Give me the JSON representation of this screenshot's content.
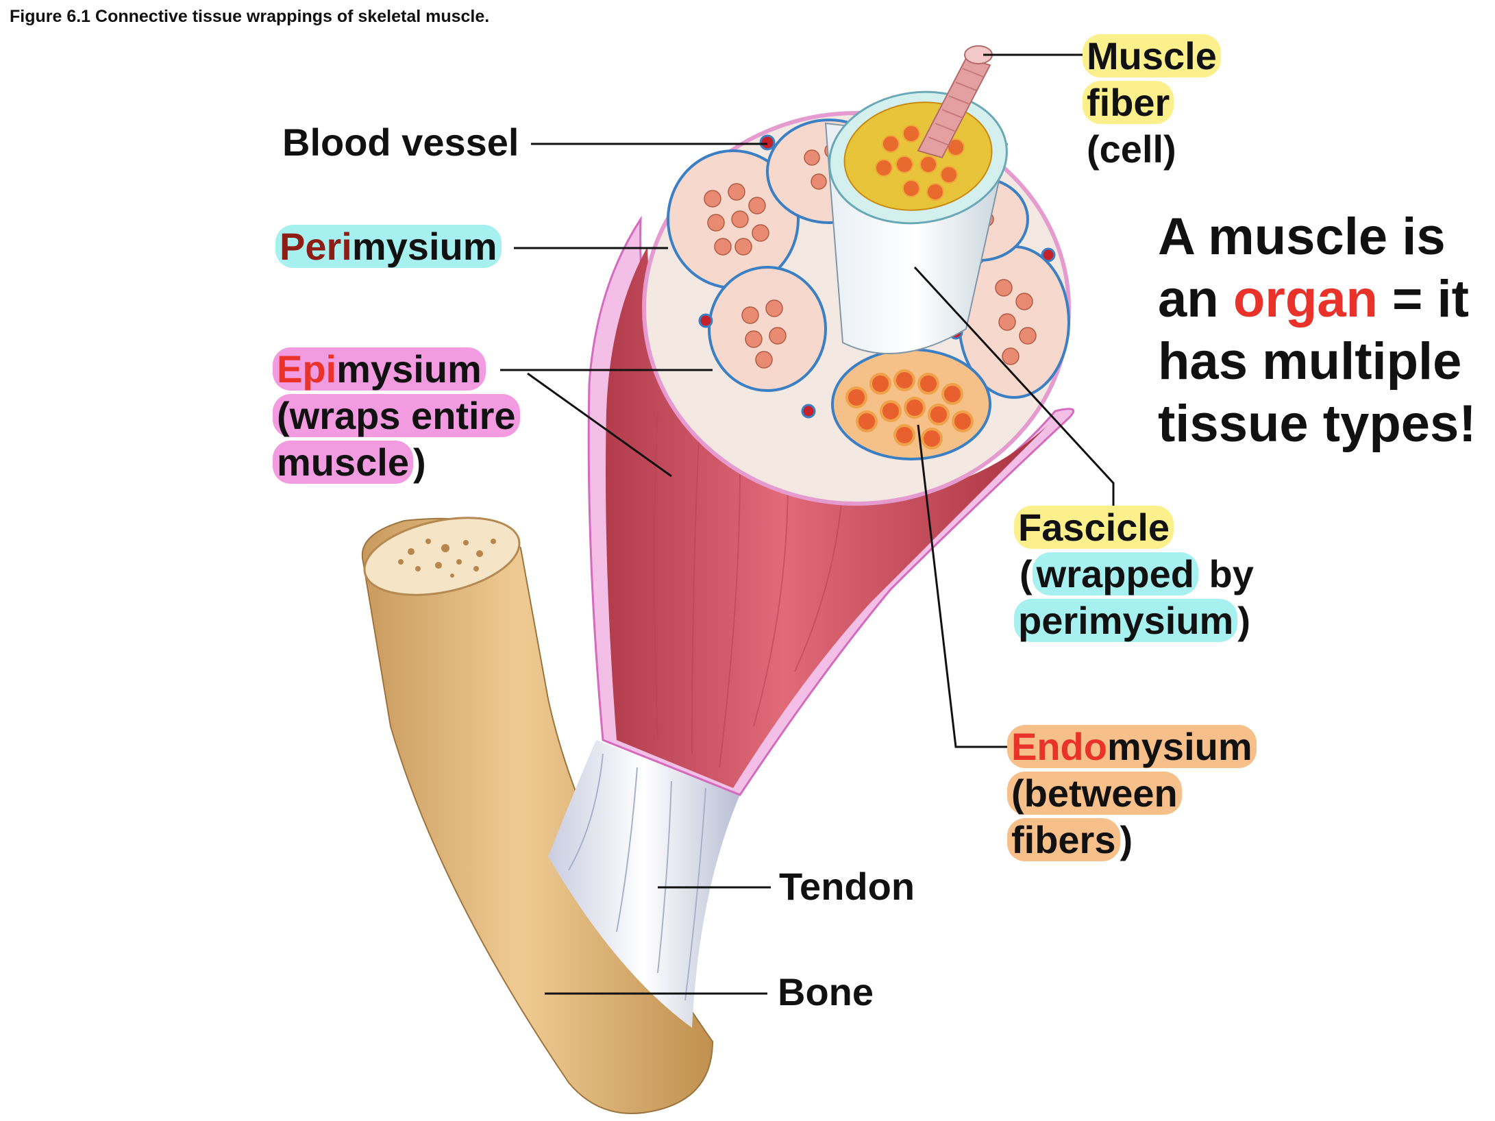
{
  "caption": "Figure 6.1 Connective tissue wrappings of skeletal muscle.",
  "labels": {
    "blood_vessel": "Blood vessel",
    "perimysium_prefix": "Peri",
    "perimysium_suffix": "mysium",
    "epimysium_prefix": "Epi",
    "epimysium_suffix": "mysium",
    "epimysium_note_1": "(wraps entire",
    "epimysium_note_2": "muscle",
    "epimysium_note_2_close": ")",
    "muscle_fiber_1": "Muscle",
    "muscle_fiber_2": "fiber",
    "muscle_fiber_3": "(cell)",
    "fascicle": "Fascicle",
    "fascicle_open": "(",
    "fascicle_note_wrapped": "wrapped",
    "fascicle_note_by": " by",
    "fascicle_note_perimysium": "perimysium",
    "fascicle_note_close": ")",
    "endomysium_prefix": "Endo",
    "endomysium_suffix": "mysium",
    "endomysium_note_1": "(between",
    "endomysium_note_2": "fibers",
    "endomysium_note_2_close": ")",
    "tendon": "Tendon",
    "bone": "Bone"
  },
  "note": {
    "line1": "A muscle is",
    "line2_pre": "an ",
    "line2_highlight": "organ",
    "line2_post": " = it",
    "line3": "has multiple",
    "line4": "tissue types!"
  },
  "colors": {
    "muscle": "#d95a6a",
    "epimysium_sheath": "#e98bd0",
    "bone": "#e2b77e",
    "tendon": "#eef0f8",
    "accent_red": "#e8322a"
  }
}
